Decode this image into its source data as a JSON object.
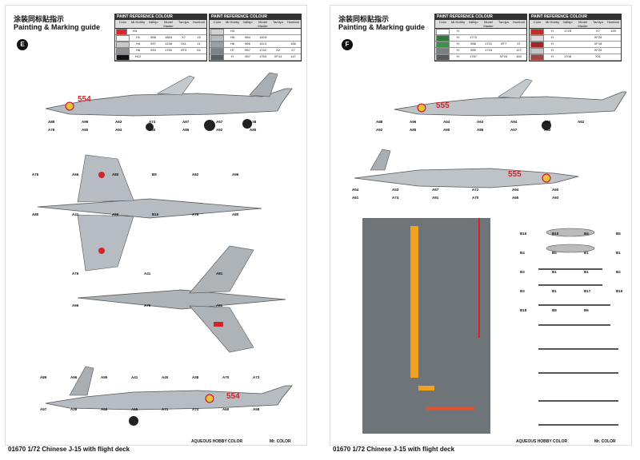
{
  "left": {
    "title_cn": "涂装同标贴指示",
    "title_en": "Painting & Marking guide",
    "badge": "E",
    "ref_table_a": {
      "title": "PAINT REFERENCE COLOUR",
      "cols": [
        "Color",
        "Mr.Hobby",
        "Vallejo",
        "Model Master",
        "Tamiya",
        "Humbrol"
      ],
      "rows": [
        {
          "swatch": "#d8262b",
          "label": "Red",
          "vals": [
            "H3",
            "",
            "",
            "",
            "",
            ""
          ]
        },
        {
          "swatch": "#f3f3f3",
          "label": "",
          "vals": [
            "H1",
            "968",
            "1863",
            "X7",
            "19"
          ]
        },
        {
          "swatch": "#c9c9c9",
          "label": "",
          "vals": [
            "H4",
            "997",
            "1246",
            "X11",
            "11"
          ]
        },
        {
          "swatch": "#8c8f94",
          "label": "",
          "vals": [
            "H8",
            "993",
            "1780",
            "XF3",
            "63"
          ]
        },
        {
          "swatch": "#111111",
          "label": "",
          "vals": [
            "H12",
            "",
            "",
            "",
            ""
          ]
        }
      ]
    },
    "ref_table_b": {
      "title": "PAINT REFERENCE COLOUR",
      "cols": [
        "Color",
        "Mr.Hobby",
        "Vallejo",
        "Model Master",
        "Tamiya",
        "Humbrol"
      ],
      "rows": [
        {
          "swatch": "#d0d3d6",
          "label": "",
          "vals": [
            "H3",
            "",
            "",
            "",
            ""
          ]
        },
        {
          "swatch": "#b8bcbf",
          "label": "",
          "vals": [
            "H5",
            "964",
            "1403",
            "",
            ""
          ]
        },
        {
          "swatch": "#9aa0a5",
          "label": "",
          "vals": [
            "H6",
            "966",
            "1413",
            "",
            "166"
          ]
        },
        {
          "swatch": "#7d8286",
          "label": "",
          "vals": [
            "H7",
            "967",
            "1742",
            "X2",
            "27"
          ]
        },
        {
          "swatch": "#5a5f63",
          "label": "",
          "vals": [
            "H",
            "987",
            "1753",
            "XF14",
            "147"
          ]
        }
      ]
    },
    "side_number": "554",
    "callouts_top": [
      "A88",
      "A96",
      "A63",
      "A74",
      "A87",
      "A57",
      "A38",
      "A78",
      "A60",
      "A94",
      "A80",
      "A86",
      "A92",
      "A85"
    ],
    "callouts_mid": [
      "A76",
      "A56",
      "A80",
      "B9",
      "A82",
      "A96",
      "A80",
      "A41",
      "A55",
      "B10",
      "A76",
      "A80"
    ],
    "callouts_bottom": [
      "A76",
      "A41",
      "A81",
      "A96",
      "A76",
      "A81"
    ],
    "callouts_last": [
      "A89",
      "A96",
      "A95",
      "A41",
      "A40",
      "A38",
      "A70",
      "A73",
      "A57",
      "A39",
      "A66",
      "A65",
      "A71",
      "A74",
      "A60",
      "A58"
    ],
    "footer": "01670 1/72 Chinese J-15 with flight deck",
    "legend_a": "AQUEOUS HOBBY COLOR",
    "legend_b": "Mr. COLOR"
  },
  "right": {
    "title_cn": "涂装同标贴指示",
    "title_en": "Painting & Marking guide",
    "badge": "F",
    "ref_table_a": {
      "title": "PAINT REFERENCE COLOUR",
      "cols": [
        "Color",
        "Mr.Hobby",
        "Vallejo",
        "Model Master",
        "Tamiya",
        "Humbrol"
      ],
      "rows": [
        {
          "swatch": "#ffffff",
          "label": "",
          "vals": [
            "H",
            "",
            "",
            "",
            ""
          ]
        },
        {
          "swatch": "#2f7a3a",
          "label": "",
          "vals": [
            "H",
            "1773",
            "",
            "",
            ""
          ]
        },
        {
          "swatch": "#3e8f4e",
          "label": "",
          "vals": [
            "H",
            "988",
            "1721",
            "XF7",
            "37"
          ]
        },
        {
          "swatch": "#7a7f83",
          "label": "",
          "vals": [
            "H",
            "989",
            "1718",
            "",
            "127"
          ]
        },
        {
          "swatch": "#565b5e",
          "label": "",
          "vals": [
            "H",
            "1787",
            "",
            "XF24",
            "160"
          ]
        }
      ]
    },
    "ref_table_b": {
      "title": "PAINT REFERENCE COLOUR",
      "cols": [
        "Color",
        "Mr.Hobby",
        "Vallejo",
        "Model Master",
        "Tamiya",
        "Humbrol"
      ],
      "rows": [
        {
          "swatch": "#c02e2a",
          "label": "",
          "vals": [
            "H",
            "1725",
            "",
            "X7",
            "125"
          ]
        },
        {
          "swatch": "#d9d9d9",
          "label": "",
          "vals": [
            "H",
            "",
            "",
            "XF24",
            ""
          ]
        },
        {
          "swatch": "#9e2a25",
          "label": "",
          "vals": [
            "H",
            "",
            "",
            "XF18",
            ""
          ]
        },
        {
          "swatch": "#c3c5c7",
          "label": "",
          "vals": [
            "H",
            "",
            "",
            "XF24",
            ""
          ]
        },
        {
          "swatch": "#a84340",
          "label": "",
          "vals": [
            "H",
            "1708",
            "",
            "X11",
            ""
          ]
        }
      ]
    },
    "side_number": "555",
    "callouts_top": [
      "A88",
      "A96",
      "A54",
      "A63",
      "A94",
      "A60",
      "A62",
      "A92",
      "A85",
      "A90",
      "A86",
      "A57",
      "A53"
    ],
    "callouts_mid": [
      "A54",
      "A53",
      "A57",
      "A72",
      "A94",
      "A60",
      "A61",
      "A74",
      "A91",
      "A70",
      "A65",
      "A93"
    ],
    "weapons_labels": [
      "B16",
      "B15",
      "B4",
      "B5",
      "B4",
      "B5",
      "B1",
      "B1",
      "B3",
      "B1",
      "B1",
      "B2",
      "B3",
      "B1",
      "B17",
      "B16",
      "B18",
      "B8",
      "B6"
    ],
    "footer": "01670 1/72 Chinese J-15 with flight deck",
    "legend_a": "AQUEOUS HOBBY COLOR",
    "legend_b": "Mr. COLOR"
  }
}
